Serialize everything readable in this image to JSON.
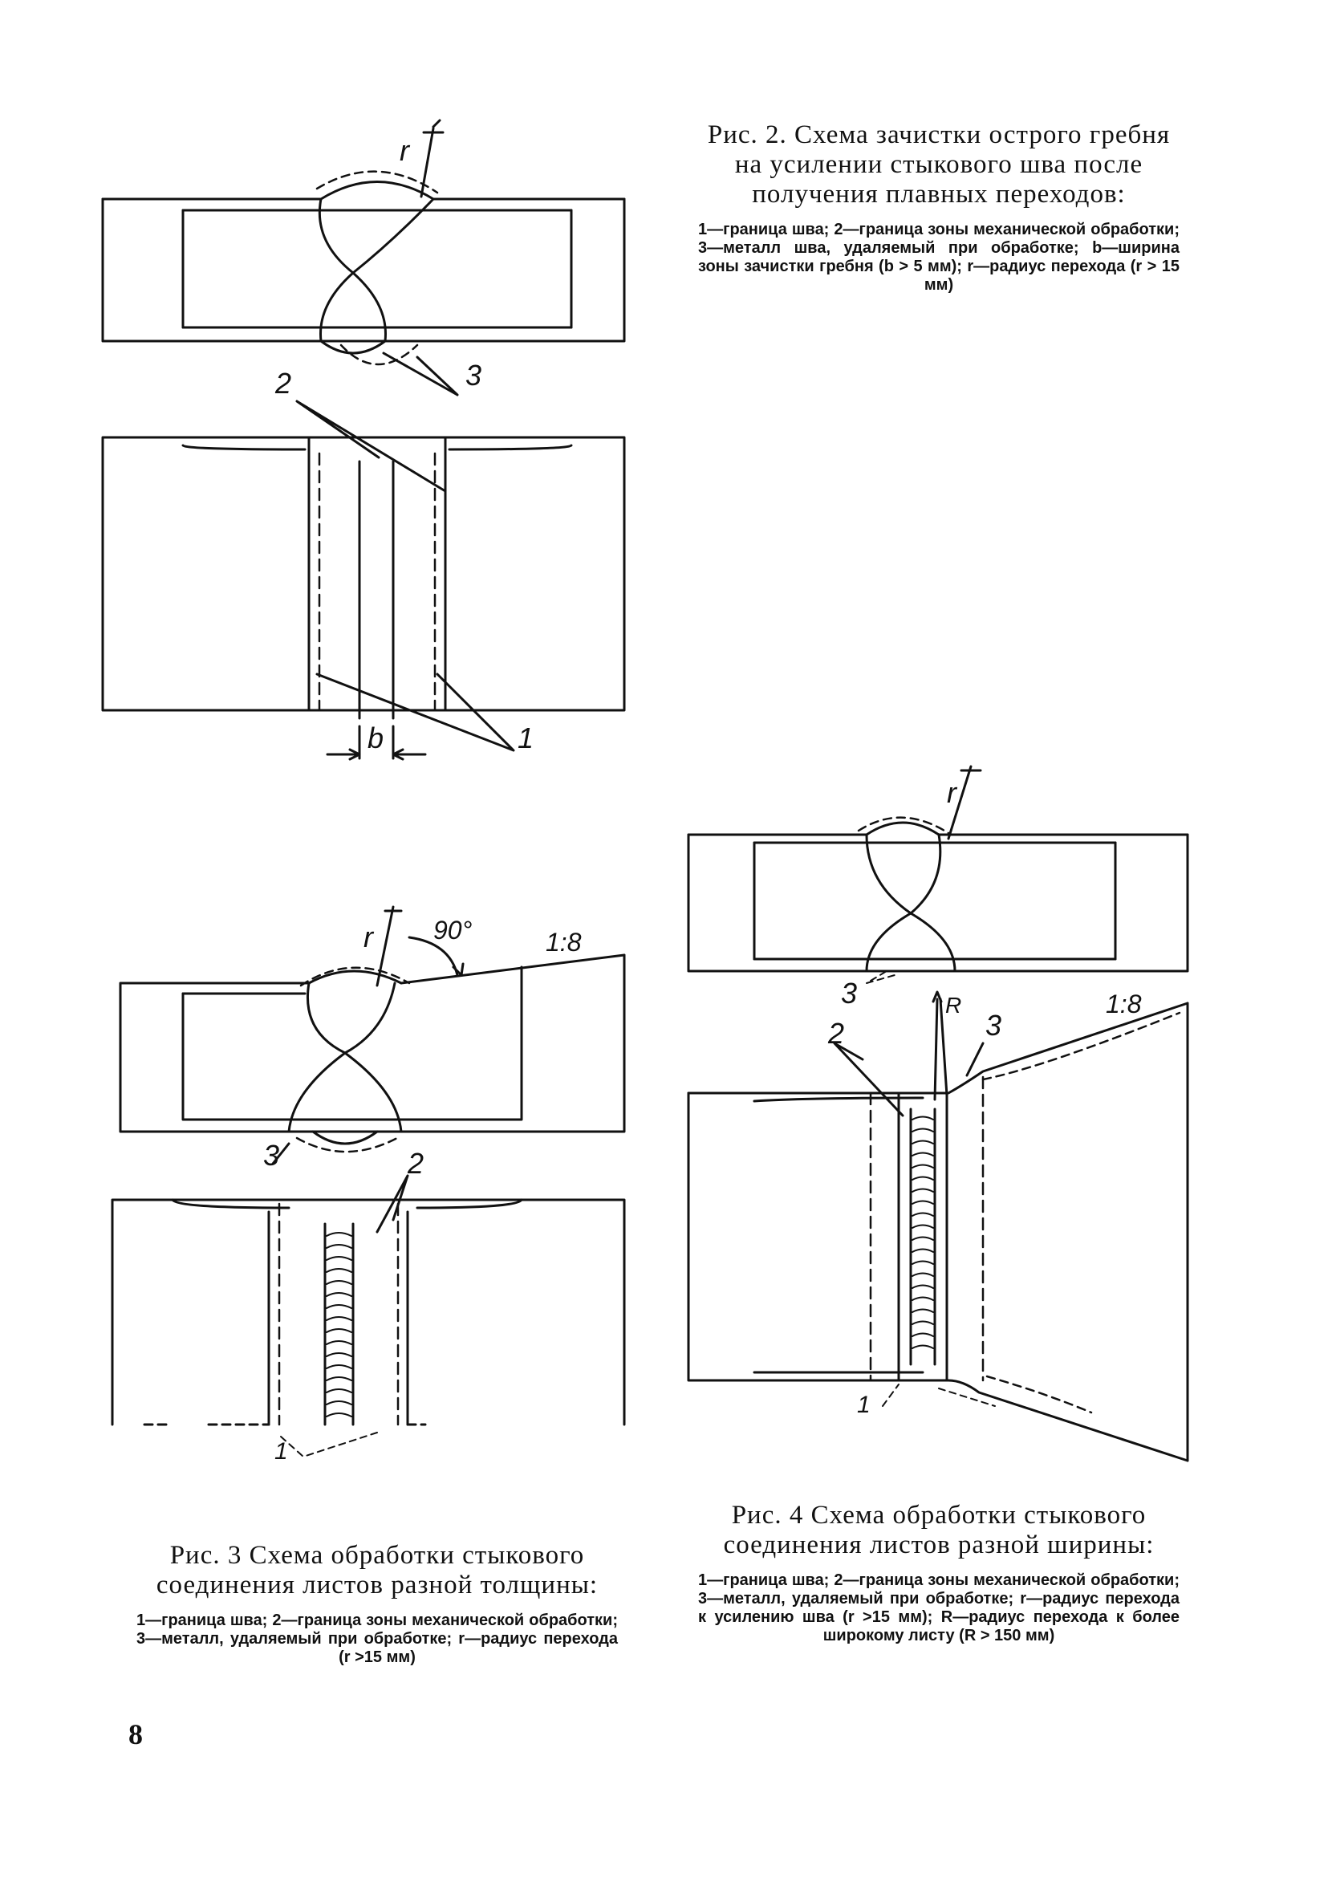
{
  "page_number": "8",
  "fig2": {
    "title": "Рис. 2. Схема зачистки острого гребня на усилении стыкового шва после получения плавных переходов:",
    "legend": "1—граница шва; 2—граница зоны механической обработки; 3—металл шва, удаляемый при обработке; b—ширина зоны зачистки гребня (b > 5 мм); r—радиус перехода (r > 15 мм)",
    "labels": {
      "r": "r",
      "n2": "2",
      "n3": "3",
      "b": "b",
      "n1": "1"
    }
  },
  "fig3": {
    "title": "Рис. 3 Схема обработки стыкового соединения листов разной толщины:",
    "legend": "1—граница шва; 2—граница зоны механической обработки; 3—металл, удаляемый при обработке; r—радиус перехода (r >15 мм)",
    "labels": {
      "r": "r",
      "angle": "90°",
      "slope": "1:8",
      "n3": "3",
      "n2": "2",
      "n1": "1"
    }
  },
  "fig4": {
    "title": "Рис. 4 Схема обработки стыкового соединения листов разной ширины:",
    "legend": "1—граница шва; 2—граница зоны механической обработки; 3—металл, удаляемый при обработке; r—радиус перехода к усилению шва (r >15 мм); R—радиус перехода к более широкому листу (R > 150 мм)",
    "labels": {
      "r": "r",
      "R": "R",
      "slope": "1:8",
      "n3a": "3",
      "n3b": "3",
      "n2": "2",
      "n1": "1"
    }
  }
}
